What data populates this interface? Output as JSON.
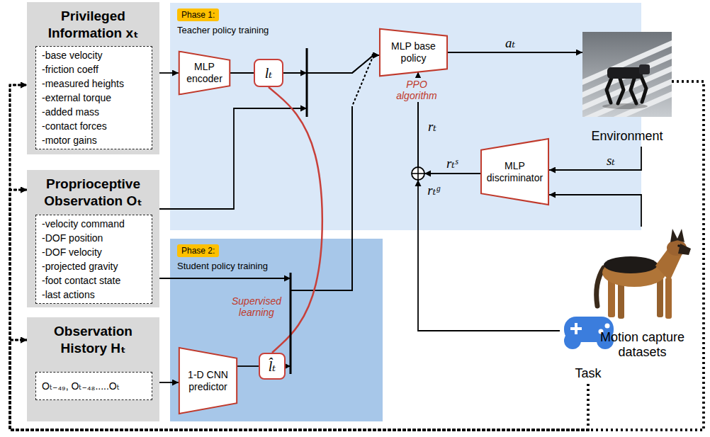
{
  "diagram": {
    "nodes": [
      {
        "text": [
          "Privileged Information xₜ"
        ]
      },
      {
        "text": [
          "-base velocity",
          "-friction coeff",
          "-measured heights",
          "-external torque",
          "-added mass",
          "-contact forces",
          "-motor gains"
        ],
        "in": 0
      },
      {
        "text": [
          "Proprioceptive Observation Oₜ"
        ]
      },
      {
        "text": [
          "-velocity command",
          "-DOF position",
          "-DOF velocity",
          "-projected gravity",
          "-foot contact state",
          "-last actions"
        ],
        "in": 2
      },
      {
        "text": [
          "Observation History Hₜ"
        ]
      },
      {
        "text": [
          "Oₜ₋₄₉, Oₜ₋₄₈.....Oₜ"
        ],
        "in": 4
      },
      {
        "text": [
          "Phase 1:",
          "Teacher policy training"
        ]
      },
      {
        "text": [
          "MLP encoder"
        ],
        "in": 6
      },
      {
        "text": [
          "lₜ"
        ],
        "in": 6
      },
      {
        "text": [
          "MLP base policy"
        ],
        "in": 6
      },
      {
        "text": [
          "MLP discriminator"
        ],
        "in": 6
      },
      {
        "text": [
          "Phase 2:",
          "Student policy training"
        ]
      },
      {
        "text": [
          "1-D CNN predictor"
        ],
        "in": 11
      },
      {
        "text": [
          "l̂ₜ"
        ],
        "in": 11
      },
      {
        "text": [
          "Environment"
        ]
      },
      {
        "text": [
          "Motion capture datasets"
        ]
      },
      {
        "text": [
          "Task"
        ]
      }
    ],
    "edges": [
      {
        "from": 0,
        "to": 7,
        "arrow": "to"
      },
      {
        "from": 7,
        "to": 8,
        "arrow": "none"
      },
      {
        "from": 8,
        "to": 9,
        "arrow": "to"
      },
      {
        "from": 2,
        "to": 9,
        "arrow": "to"
      },
      {
        "from": 9,
        "to": 14,
        "arrow": "to",
        "label": "aₜ"
      },
      {
        "from": 14,
        "to": 10,
        "arrow": "to",
        "label": "sₜ"
      },
      {
        "from": 15,
        "to": 10,
        "arrow": "to"
      },
      {
        "from": 10,
        "to": 9,
        "arrow": "to"
      },
      {
        "from": 16,
        "to": 9,
        "arrow": "to"
      },
      {
        "from": 4,
        "to": 12,
        "arrow": "to"
      },
      {
        "from": 12,
        "to": 13,
        "arrow": "none"
      },
      {
        "from": 2,
        "to": 9,
        "arrow": "to"
      },
      {
        "from": 13,
        "to": 9,
        "arrow": "to"
      },
      {
        "from": 8,
        "to": 13,
        "arrow": "none"
      },
      {
        "from": 14,
        "to": 0,
        "arrow": "to"
      },
      {
        "from": 14,
        "to": 2,
        "arrow": "to"
      },
      {
        "from": 14,
        "to": 4,
        "arrow": "to"
      },
      {
        "from": 16,
        "to": 0,
        "arrow": "to"
      },
      {
        "from": 16,
        "to": 2,
        "arrow": "to"
      },
      {
        "from": 16,
        "to": 4,
        "arrow": "to"
      }
    ],
    "labels": [
      "PPO algorithm",
      "rₜ",
      "rₜˢ",
      "rₜᵍ",
      "Supervised learning"
    ]
  }
}
